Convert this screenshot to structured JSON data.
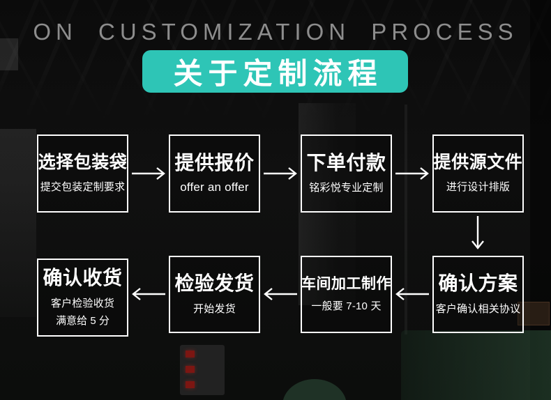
{
  "header": {
    "title_en": "ON CUSTOMIZATION PROCESS",
    "title_zh": "关于定制流程"
  },
  "colors": {
    "banner_teal": "#2ec5b6",
    "box_border": "#ffffff",
    "text_white": "#ffffff",
    "title_gray": "#8d8d8d",
    "background_dark": "#0d0d0d",
    "red_indicator": "#7c1612"
  },
  "icons": {
    "arrow_right": "→",
    "arrow_down": "↓",
    "arrow_left": "←"
  },
  "flow": {
    "rows": [
      {
        "direction": "right",
        "steps": [
          {
            "title": "选择包装袋",
            "subtitle": "提交包装定制要求"
          },
          {
            "title": "提供报价",
            "subtitle": "offer an offer"
          },
          {
            "title": "下单付款",
            "subtitle": "铭彩悦专业定制"
          },
          {
            "title": "提供源文件",
            "subtitle": "进行设计排版"
          }
        ]
      },
      {
        "direction": "left",
        "steps": [
          {
            "title": "确认收货",
            "subtitle": "客户检验收货",
            "subtitle2": "满意给 5 分"
          },
          {
            "title": "检验发货",
            "subtitle": "开始发货"
          },
          {
            "title": "车间加工制作",
            "subtitle": "一般要 7-10 天"
          },
          {
            "title": "确认方案",
            "subtitle": "客户确认相关协议"
          }
        ]
      }
    ]
  }
}
